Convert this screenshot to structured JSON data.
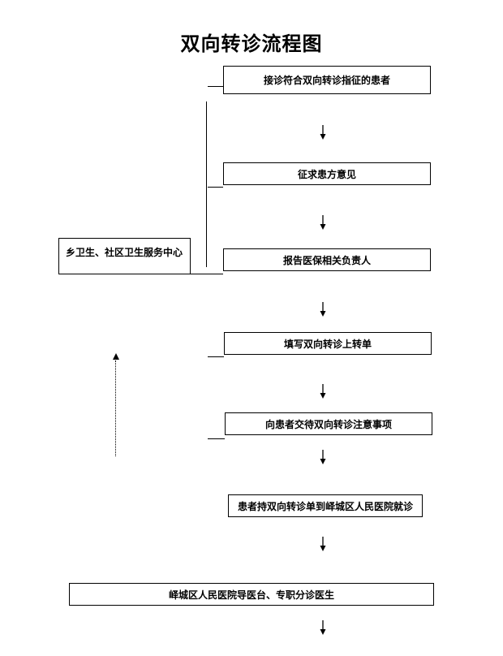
{
  "title": "双向转诊流程图",
  "steps": {
    "s1": "接诊符合双向转诊指征的患者",
    "s2": "征求患方意见",
    "s3": "报告医保相关负责人",
    "s4": "填写双向转诊上转单",
    "s5": "向患者交待双向转诊注意事项",
    "s6": "患者持双向转诊单到峄城区人民医院就诊",
    "s7": "峄城区人民医院导医台、专职分诊医生"
  },
  "side_box": "乡卫生、社区卫生服务中心"
}
